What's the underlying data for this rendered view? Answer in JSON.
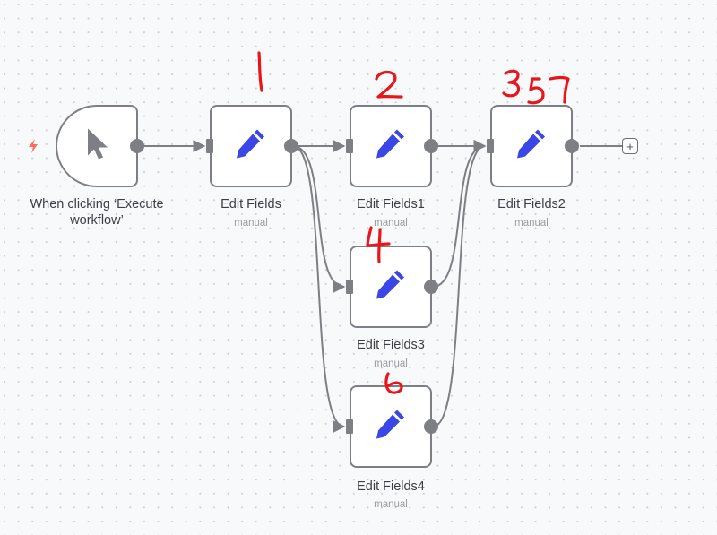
{
  "canvas": {
    "background_color": "#f8f9fb",
    "grid_dot_color": "#c9ccd3",
    "edge_color": "#7d7f85",
    "node_icon_color": "#3a47e6",
    "trigger_icon_color": "#ff6d5a",
    "annotation_color": "#e8151b"
  },
  "nodes": [
    {
      "id": "trigger",
      "title": "When clicking ‘Execute workflow’",
      "title_line1": "When clicking ‘Execute",
      "title_line2": "workflow’",
      "subtitle": "",
      "icon": "cursor-pointer-icon",
      "type": "trigger"
    },
    {
      "id": "edit-fields",
      "title": "Edit Fields",
      "subtitle": "manual",
      "icon": "pencil-icon",
      "annotation": "1"
    },
    {
      "id": "edit-fields1",
      "title": "Edit Fields1",
      "subtitle": "manual",
      "icon": "pencil-icon",
      "annotation": "2"
    },
    {
      "id": "edit-fields2",
      "title": "Edit Fields2",
      "subtitle": "manual",
      "icon": "pencil-icon",
      "annotation": "357"
    },
    {
      "id": "edit-fields3",
      "title": "Edit Fields3",
      "subtitle": "manual",
      "icon": "pencil-icon",
      "annotation": "4"
    },
    {
      "id": "edit-fields4",
      "title": "Edit Fields4",
      "subtitle": "manual",
      "icon": "pencil-icon",
      "annotation": "6"
    }
  ],
  "connections": [
    {
      "from": "trigger",
      "to": "edit-fields"
    },
    {
      "from": "edit-fields",
      "to": "edit-fields1"
    },
    {
      "from": "edit-fields",
      "to": "edit-fields3"
    },
    {
      "from": "edit-fields",
      "to": "edit-fields4"
    },
    {
      "from": "edit-fields1",
      "to": "edit-fields2"
    },
    {
      "from": "edit-fields3",
      "to": "edit-fields2"
    },
    {
      "from": "edit-fields4",
      "to": "edit-fields2"
    }
  ],
  "add_node_button": {
    "label": "+",
    "icon": "plus-icon"
  },
  "trigger_badge": {
    "icon": "lightning-bolt-icon"
  }
}
